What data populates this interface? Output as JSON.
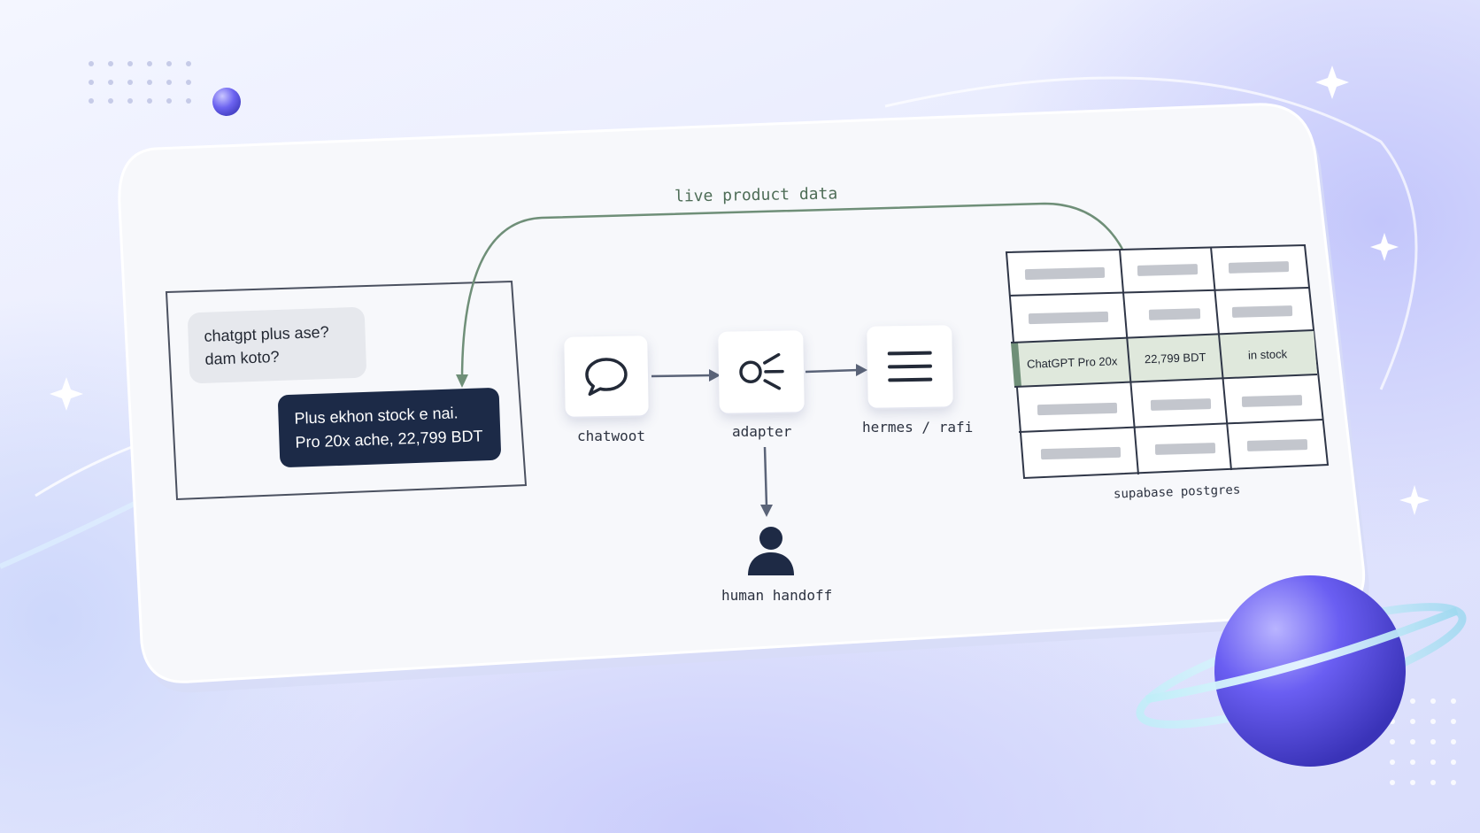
{
  "flow_label": "live product data",
  "chat": {
    "incoming": [
      "chatgpt plus ase?",
      "dam koto?"
    ],
    "outgoing": [
      "Plus ekhon stock e nai.",
      "Pro 20x ache, 22,799 BDT"
    ]
  },
  "nodes": [
    {
      "label": "chatwoot",
      "icon": "speech-bubble-icon"
    },
    {
      "label": "adapter",
      "icon": "broadcast-icon"
    },
    {
      "label": "hermes / rafi",
      "icon": "menu-lines-icon"
    }
  ],
  "handoff": {
    "label": "human handoff",
    "icon": "person-icon"
  },
  "database": {
    "label": "supabase postgres",
    "highlight_row": [
      "ChatGPT Pro 20x",
      "22,799 BDT",
      "in stock"
    ]
  },
  "colors": {
    "accent_green": "#6f8f78",
    "row_highlight": "#dfe8dc",
    "dark_bubble": "#1c2a47",
    "arrow": "#5b6478"
  }
}
